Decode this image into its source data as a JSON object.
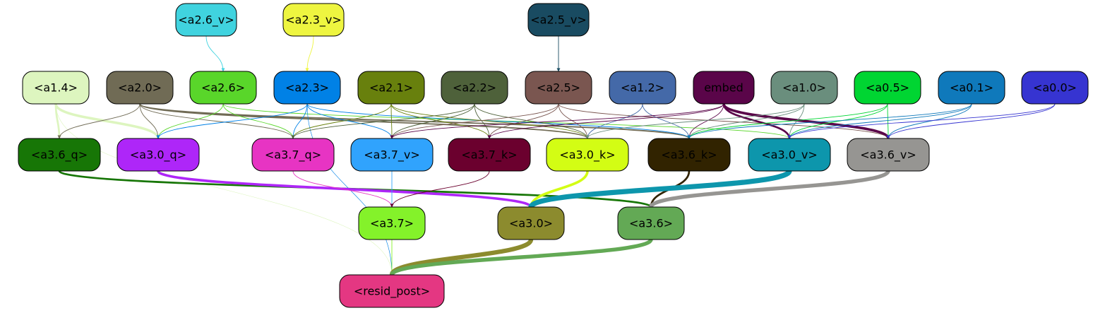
{
  "nodes": [
    {
      "id": "a2_6_v",
      "label": "<a2.6_v>",
      "fill": "#40d3df",
      "text": "#000000"
    },
    {
      "id": "a2_3_v",
      "label": "<a2.3_v>",
      "fill": "#eef540",
      "text": "#000000"
    },
    {
      "id": "a2_5_v",
      "label": "<a2.5_v>",
      "fill": "#194b61",
      "text": "#000000"
    },
    {
      "id": "a1_4",
      "label": "<a1.4>",
      "fill": "#ddf5bf",
      "text": "#000000"
    },
    {
      "id": "a2_0",
      "label": "<a2.0>",
      "fill": "#706b55",
      "text": "#000000"
    },
    {
      "id": "a2_6",
      "label": "<a2.6>",
      "fill": "#59d62a",
      "text": "#000000"
    },
    {
      "id": "a2_3",
      "label": "<a2.3>",
      "fill": "#0081e6",
      "text": "#000000"
    },
    {
      "id": "a2_1",
      "label": "<a2.1>",
      "fill": "#68800d",
      "text": "#000000"
    },
    {
      "id": "a2_2",
      "label": "<a2.2>",
      "fill": "#4e613a",
      "text": "#000000"
    },
    {
      "id": "a2_5",
      "label": "<a2.5>",
      "fill": "#7a5650",
      "text": "#000000"
    },
    {
      "id": "a1_2",
      "label": "<a1.2>",
      "fill": "#4469a8",
      "text": "#000000"
    },
    {
      "id": "embed",
      "label": "embed",
      "fill": "#5a0549",
      "text": "#000000"
    },
    {
      "id": "a1_0",
      "label": "<a1.0>",
      "fill": "#6a8e7d",
      "text": "#000000"
    },
    {
      "id": "a0_5",
      "label": "<a0.5>",
      "fill": "#00d532",
      "text": "#000000"
    },
    {
      "id": "a0_1",
      "label": "<a0.1>",
      "fill": "#0f79bb",
      "text": "#000000"
    },
    {
      "id": "a0_0",
      "label": "<a0.0>",
      "fill": "#3634d1",
      "text": "#000000"
    },
    {
      "id": "a3_6_q",
      "label": "<a3.6_q>",
      "fill": "#177606",
      "text": "#000000"
    },
    {
      "id": "a3_0_q",
      "label": "<a3.0_q>",
      "fill": "#ae26f8",
      "text": "#000000"
    },
    {
      "id": "a3_7_q",
      "label": "<a3.7_q>",
      "fill": "#e734c3",
      "text": "#000000"
    },
    {
      "id": "a3_7_v",
      "label": "<a3.7_v>",
      "fill": "#30a3fd",
      "text": "#000000"
    },
    {
      "id": "a3_7_k",
      "label": "<a3.7_k>",
      "fill": "#6b002e",
      "text": "#000000"
    },
    {
      "id": "a3_0_k",
      "label": "<a3.0_k>",
      "fill": "#d3fd14",
      "text": "#000000"
    },
    {
      "id": "a3_6_k",
      "label": "<a3.6_k>",
      "fill": "#312300",
      "text": "#000000"
    },
    {
      "id": "a3_0_v",
      "label": "<a3.0_v>",
      "fill": "#0d96ac",
      "text": "#000000"
    },
    {
      "id": "a3_6_v",
      "label": "<a3.6_v>",
      "fill": "#969592",
      "text": "#000000"
    },
    {
      "id": "a3_7",
      "label": "<a3.7>",
      "fill": "#84f22a",
      "text": "#000000"
    },
    {
      "id": "a3_0",
      "label": "<a3.0>",
      "fill": "#8c8b2e",
      "text": "#000000"
    },
    {
      "id": "a3_6",
      "label": "<a3.6>",
      "fill": "#63a955",
      "text": "#000000"
    },
    {
      "id": "resid_post",
      "label": "<resid_post>",
      "fill": "#e43782",
      "text": "#000000"
    }
  ],
  "edges": [
    {
      "from": "a2_6_v",
      "to": "a2_6",
      "color": "#40d3df",
      "weight": 1
    },
    {
      "from": "a2_3_v",
      "to": "a2_3",
      "color": "#eef540",
      "weight": 1
    },
    {
      "from": "a2_5_v",
      "to": "a2_5",
      "color": "#194b61",
      "weight": 1
    },
    {
      "from": "a1_4",
      "to": "a3_6_q",
      "color": "#ddf5bf",
      "weight": 3
    },
    {
      "from": "a1_4",
      "to": "a3_0_q",
      "color": "#ddf5bf",
      "weight": 4
    },
    {
      "from": "a1_4",
      "to": "resid_post",
      "color": "#ddf5bf",
      "weight": 0.5
    },
    {
      "from": "a2_0",
      "to": "a3_6_q",
      "color": "#706b55",
      "weight": 1
    },
    {
      "from": "a2_0",
      "to": "a3_0_q",
      "color": "#706b55",
      "weight": 1
    },
    {
      "from": "a2_0",
      "to": "a3_7_q",
      "color": "#706b55",
      "weight": 1
    },
    {
      "from": "a2_0",
      "to": "a3_0_k",
      "color": "#706b55",
      "weight": 2
    },
    {
      "from": "a2_0",
      "to": "a3_6_k",
      "color": "#706b55",
      "weight": 2
    },
    {
      "from": "a2_6",
      "to": "a3_0_q",
      "color": "#59d62a",
      "weight": 1
    },
    {
      "from": "a2_6",
      "to": "a3_7_q",
      "color": "#59d62a",
      "weight": 1
    },
    {
      "from": "a2_6",
      "to": "a3_0_v",
      "color": "#59d62a",
      "weight": 1
    },
    {
      "from": "a2_3",
      "to": "a3_0_q",
      "color": "#0081e6",
      "weight": 1
    },
    {
      "from": "a2_3",
      "to": "a3_7_q",
      "color": "#0081e6",
      "weight": 1
    },
    {
      "from": "a2_3",
      "to": "a3_7_v",
      "color": "#0081e6",
      "weight": 1
    },
    {
      "from": "a2_3",
      "to": "a3_6_k",
      "color": "#0081e6",
      "weight": 1
    },
    {
      "from": "a2_3",
      "to": "resid_post",
      "color": "#0081e6",
      "weight": 0.7
    },
    {
      "from": "a2_1",
      "to": "a3_7_q",
      "color": "#68800d",
      "weight": 1
    },
    {
      "from": "a2_1",
      "to": "a3_7_v",
      "color": "#68800d",
      "weight": 1
    },
    {
      "from": "a2_1",
      "to": "a3_7_k",
      "color": "#68800d",
      "weight": 1
    },
    {
      "from": "a2_1",
      "to": "a3_0_k",
      "color": "#68800d",
      "weight": 1
    },
    {
      "from": "a2_2",
      "to": "a3_7_q",
      "color": "#4e613a",
      "weight": 1
    },
    {
      "from": "a2_2",
      "to": "a3_7_v",
      "color": "#4e613a",
      "weight": 1
    },
    {
      "from": "a2_2",
      "to": "a3_7_k",
      "color": "#4e613a",
      "weight": 1
    },
    {
      "from": "a2_2",
      "to": "a3_0_k",
      "color": "#4e613a",
      "weight": 1
    },
    {
      "from": "a2_5",
      "to": "a3_7_v",
      "color": "#7a5650",
      "weight": 1
    },
    {
      "from": "a2_5",
      "to": "a3_7_k",
      "color": "#7a5650",
      "weight": 1
    },
    {
      "from": "a2_5",
      "to": "a3_0_k",
      "color": "#7a5650",
      "weight": 1
    },
    {
      "from": "a2_5",
      "to": "a3_6_v",
      "color": "#7a5650",
      "weight": 1
    },
    {
      "from": "a1_2",
      "to": "a3_0_k",
      "color": "#4469a8",
      "weight": 1
    },
    {
      "from": "a1_2",
      "to": "a3_6_k",
      "color": "#4469a8",
      "weight": 1
    },
    {
      "from": "embed",
      "to": "a3_7_v",
      "color": "#5a0549",
      "weight": 1
    },
    {
      "from": "embed",
      "to": "a3_7_k",
      "color": "#5a0549",
      "weight": 1
    },
    {
      "from": "embed",
      "to": "a3_6_k",
      "color": "#5a0549",
      "weight": 1
    },
    {
      "from": "embed",
      "to": "a3_0_v",
      "color": "#5a0549",
      "weight": 3
    },
    {
      "from": "embed",
      "to": "a3_6_v",
      "color": "#5a0549",
      "weight": 4
    },
    {
      "from": "a1_0",
      "to": "a3_6_k",
      "color": "#6a8e7d",
      "weight": 1
    },
    {
      "from": "a1_0",
      "to": "a3_0_v",
      "color": "#6a8e7d",
      "weight": 1
    },
    {
      "from": "a1_0",
      "to": "a3_0_k",
      "color": "#6a8e7d",
      "weight": 1
    },
    {
      "from": "a0_5",
      "to": "a3_0_v",
      "color": "#00d532",
      "weight": 1
    },
    {
      "from": "a0_5",
      "to": "a3_6_v",
      "color": "#00d532",
      "weight": 1
    },
    {
      "from": "a0_5",
      "to": "a3_6_k",
      "color": "#00d532",
      "weight": 1
    },
    {
      "from": "a0_1",
      "to": "a3_6_v",
      "color": "#0f79bb",
      "weight": 1
    },
    {
      "from": "a0_1",
      "to": "a3_0_v",
      "color": "#0f79bb",
      "weight": 1
    },
    {
      "from": "a0_1",
      "to": "a3_6_k",
      "color": "#0f79bb",
      "weight": 1
    },
    {
      "from": "a0_0",
      "to": "a3_6_v",
      "color": "#3634d1",
      "weight": 1
    },
    {
      "from": "a0_0",
      "to": "a3_0_v",
      "color": "#3634d1",
      "weight": 1
    },
    {
      "from": "a3_6_q",
      "to": "a3_6",
      "color": "#177606",
      "weight": 3
    },
    {
      "from": "a3_0_q",
      "to": "a3_0",
      "color": "#ae26f8",
      "weight": 4
    },
    {
      "from": "a3_7_q",
      "to": "a3_7",
      "color": "#e734c3",
      "weight": 1
    },
    {
      "from": "a3_7_v",
      "to": "a3_7",
      "color": "#30a3fd",
      "weight": 1
    },
    {
      "from": "a3_7_k",
      "to": "a3_7",
      "color": "#6b002e",
      "weight": 1
    },
    {
      "from": "a3_0_k",
      "to": "a3_0",
      "color": "#d3fd14",
      "weight": 4
    },
    {
      "from": "a3_6_k",
      "to": "a3_6",
      "color": "#312300",
      "weight": 3
    },
    {
      "from": "a3_0_v",
      "to": "a3_0",
      "color": "#0d96ac",
      "weight": 8
    },
    {
      "from": "a3_6_v",
      "to": "a3_6",
      "color": "#969592",
      "weight": 6
    },
    {
      "from": "a3_7",
      "to": "resid_post",
      "color": "#84f22a",
      "weight": 1
    },
    {
      "from": "a3_0",
      "to": "resid_post",
      "color": "#8c8b2e",
      "weight": 7
    },
    {
      "from": "a3_6",
      "to": "resid_post",
      "color": "#63a955",
      "weight": 6
    }
  ]
}
